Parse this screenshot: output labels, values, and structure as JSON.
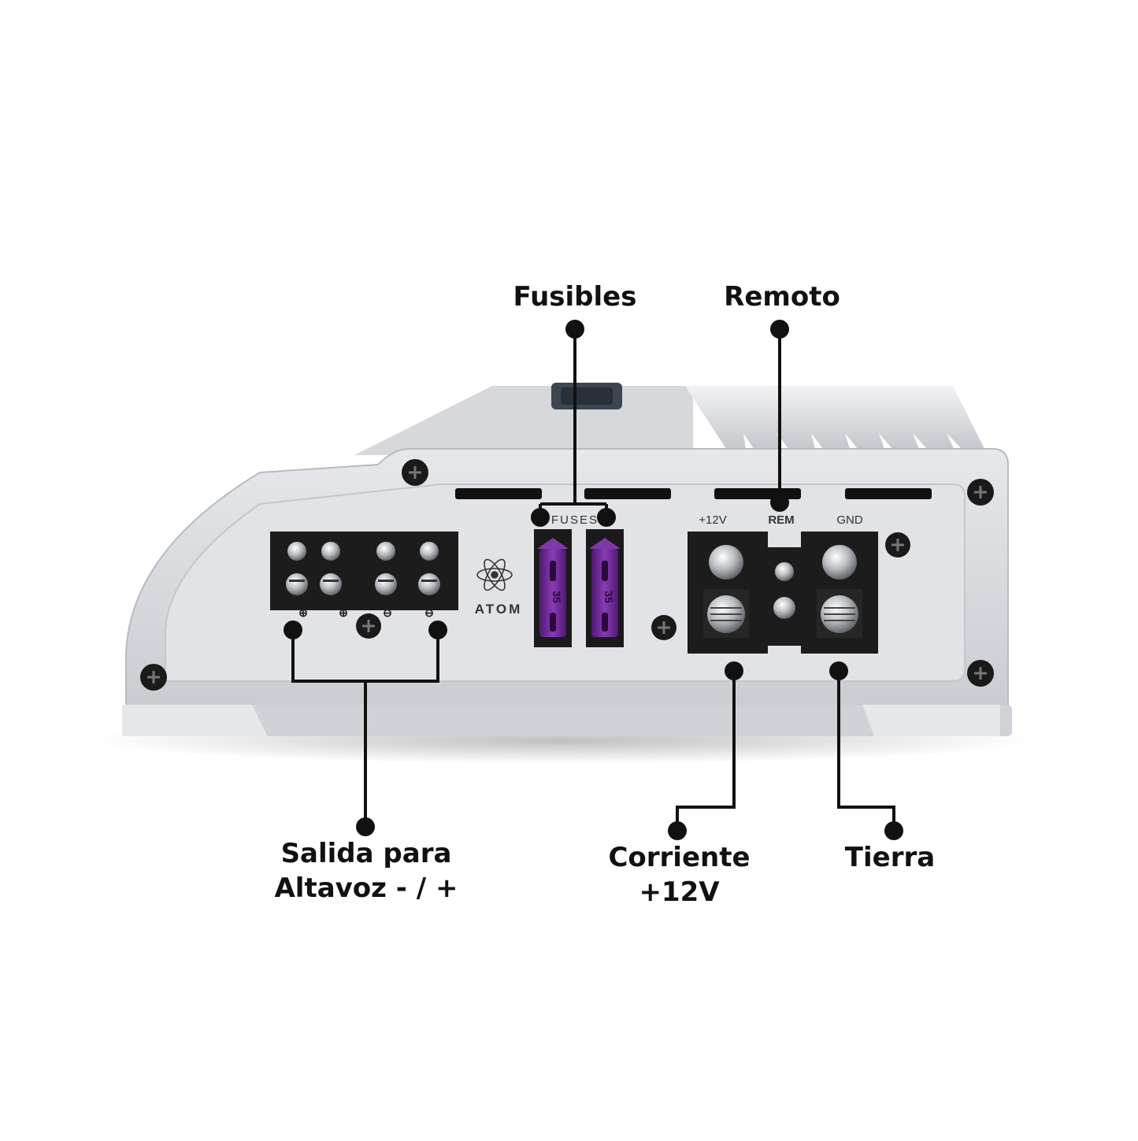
{
  "callouts": {
    "fuses": "Fusibles",
    "remote": "Remoto",
    "speaker_line1": "Salida para",
    "speaker_line2": "Altavoz - / +",
    "power_line1": "Corriente",
    "power_line2": "+12V",
    "ground": "Tierra"
  },
  "panel": {
    "fuses_label": "FUSES",
    "plus12v_label": "+12V",
    "rem_label": "REM",
    "gnd_label": "GND",
    "brand": "ATOM",
    "fuse_rating": "35"
  },
  "speaker_terminals": {
    "polarity": [
      "⊕",
      "⊕",
      "⊖",
      "⊖"
    ]
  },
  "colors": {
    "leader": "#111111",
    "body": "#d3d5d9",
    "panel": "#e1e3e6",
    "terminal_block": "#1c1c1c",
    "fuse": "#6a2a8f"
  }
}
